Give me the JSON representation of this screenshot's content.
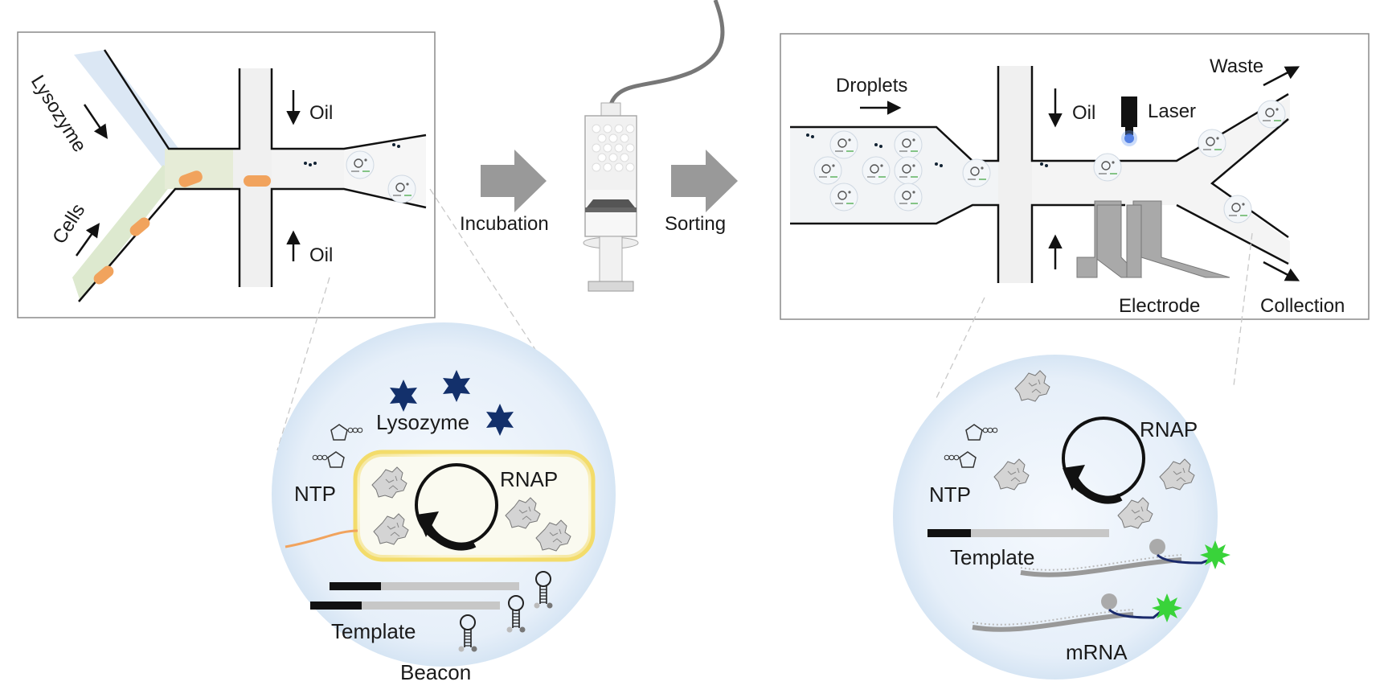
{
  "panel_left": {
    "labels": {
      "lysozyme_inlet": "Lysozyme",
      "cells_inlet": "Cells",
      "oil_top": "Oil",
      "oil_bottom": "Oil"
    }
  },
  "steps": {
    "incubation": "Incubation",
    "sorting": "Sorting"
  },
  "panel_right": {
    "labels": {
      "droplets": "Droplets",
      "oil": "Oil",
      "laser": "Laser",
      "waste": "Waste",
      "electrode": "Electrode",
      "collection": "Collection"
    }
  },
  "inset_left": {
    "labels": {
      "lysozyme": "Lysozyme",
      "ntp": "NTP",
      "rnap": "RNAP",
      "template": "Template",
      "beacon": "Beacon"
    }
  },
  "inset_right": {
    "labels": {
      "ntp": "NTP",
      "rnap": "RNAP",
      "template": "Template",
      "mrna": "mRNA"
    }
  },
  "colors": {
    "channel_fill": "#f4f4f4",
    "inlet_blue": "#dbe7f4",
    "inlet_green": "#dde9cf",
    "cell_orange": "#f1a35d",
    "lysozyme_star": "#13306b",
    "fluor_green": "#39d33a",
    "electrode_gray": "#a9a9a9",
    "inset_bg": "#eaf2fb",
    "arrow_gray": "#999999"
  }
}
